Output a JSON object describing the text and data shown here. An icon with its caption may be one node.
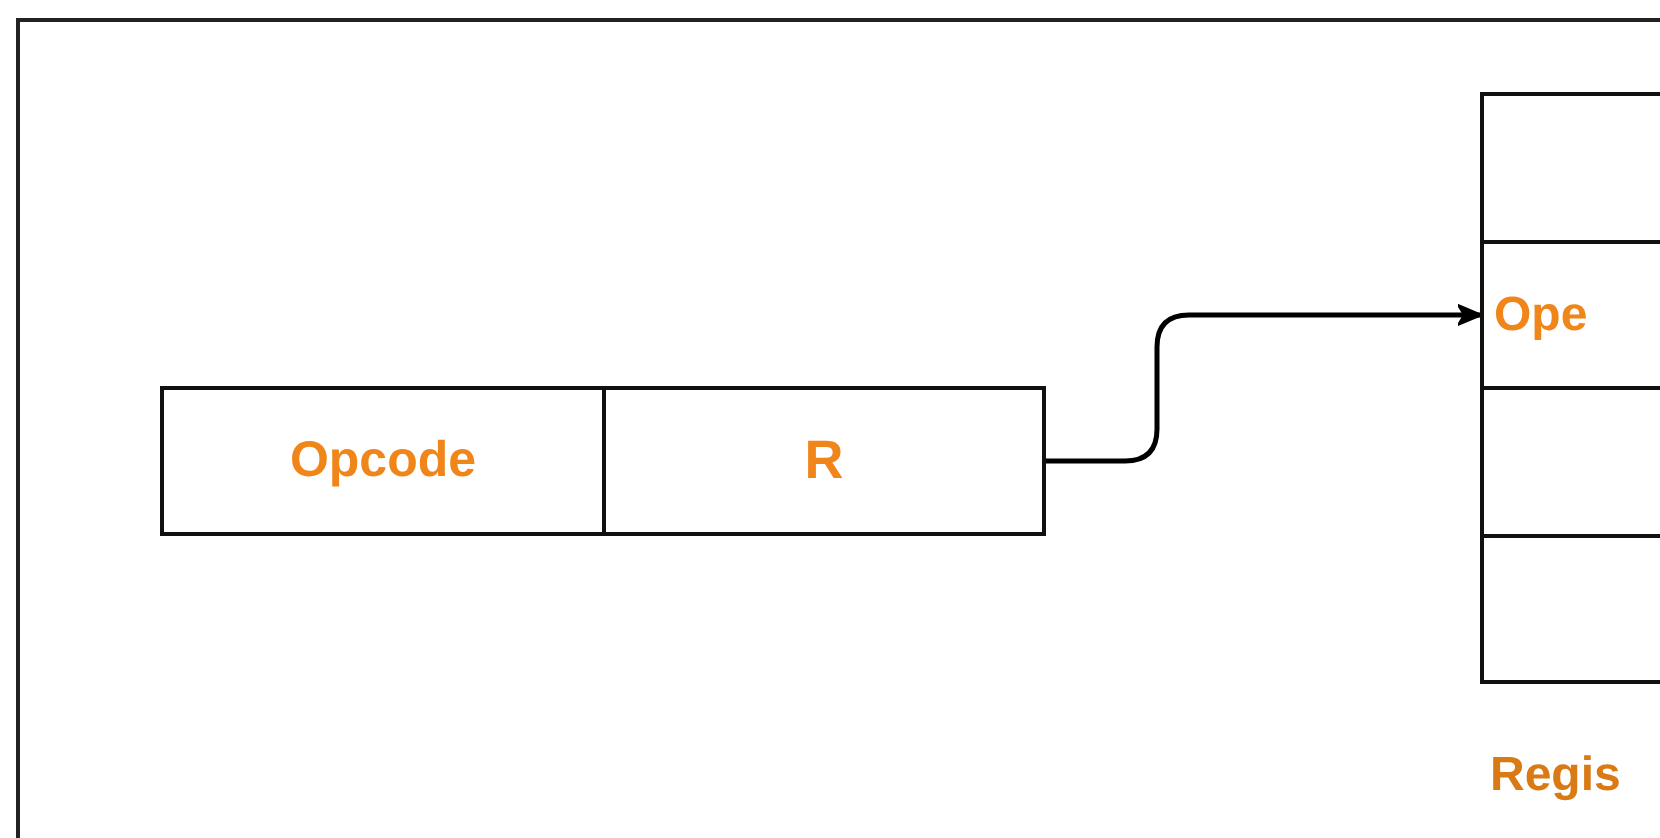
{
  "diagram": {
    "nodes": [
      {
        "text": [
          "Opcode"
        ]
      },
      {
        "text": [
          "R"
        ]
      },
      {
        "text": [],
        "shape": "box"
      },
      {
        "text": [
          "Ope"
        ]
      },
      {
        "text": [],
        "shape": "box"
      },
      {
        "text": [],
        "shape": "box"
      }
    ],
    "edges": [
      {
        "from": 1,
        "to": 3,
        "arrow": "to"
      }
    ],
    "labels": [
      "Regis"
    ]
  }
}
